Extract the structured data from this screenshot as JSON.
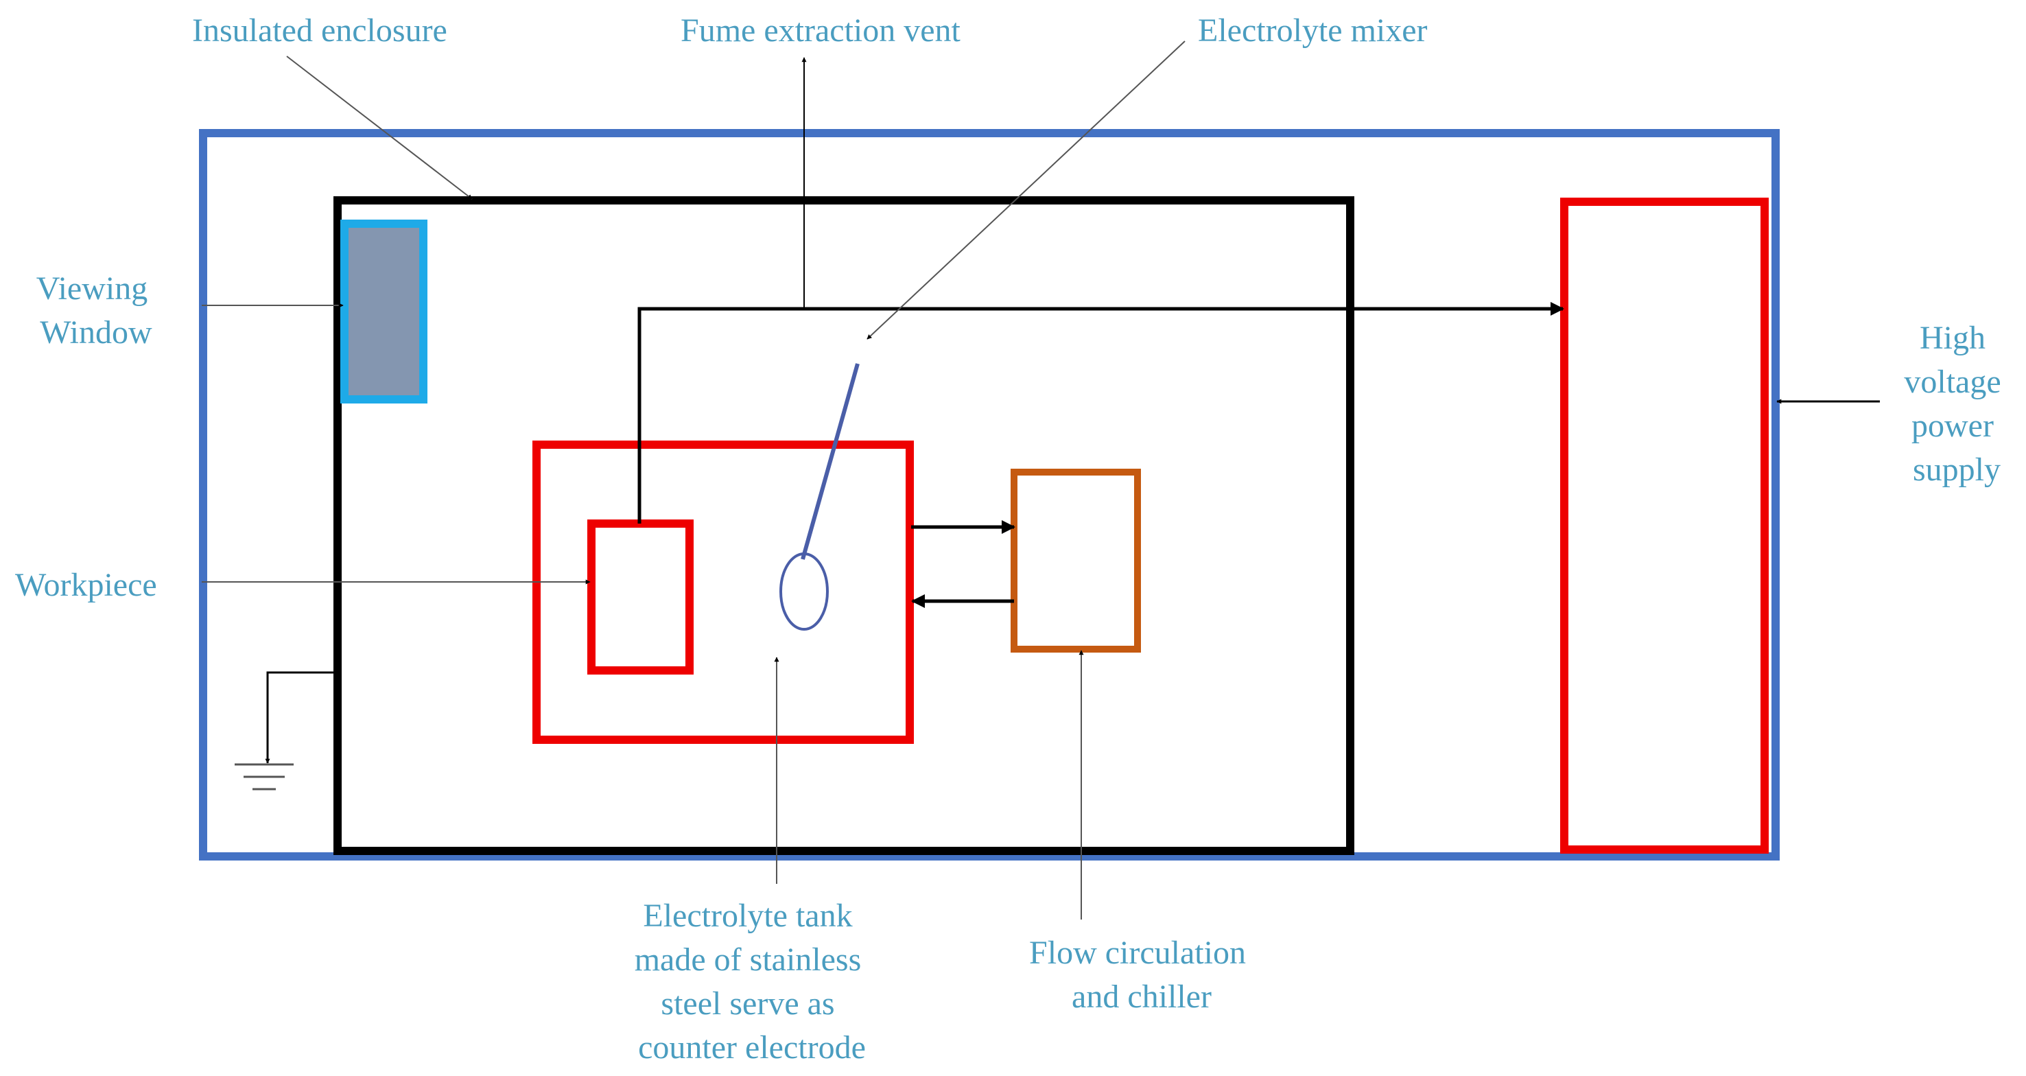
{
  "colors": {
    "label": "#4a9dc0",
    "outer_box": "#4472c4",
    "enclosure": "#000000",
    "red": "#ee0000",
    "window_border": "#1eaae8",
    "window_fill": "#8496b0",
    "chiller": "#c55a11",
    "mixer": "#4a5ea8",
    "pointer_line": "#555555"
  },
  "labels": {
    "insulated_enclosure": "Insulated enclosure",
    "fume_vent": "Fume extraction vent",
    "electrolyte_mixer": "Electrolyte mixer",
    "viewing_window": [
      "Viewing",
      "Window"
    ],
    "workpiece": "Workpiece",
    "high_voltage": [
      "High",
      "voltage",
      "power",
      "supply"
    ],
    "electrolyte_tank": [
      "Electrolyte tank",
      "made of stainless",
      "steel serve as",
      "counter electrode"
    ],
    "flow_circulation": [
      "Flow circulation",
      "and chiller"
    ]
  }
}
